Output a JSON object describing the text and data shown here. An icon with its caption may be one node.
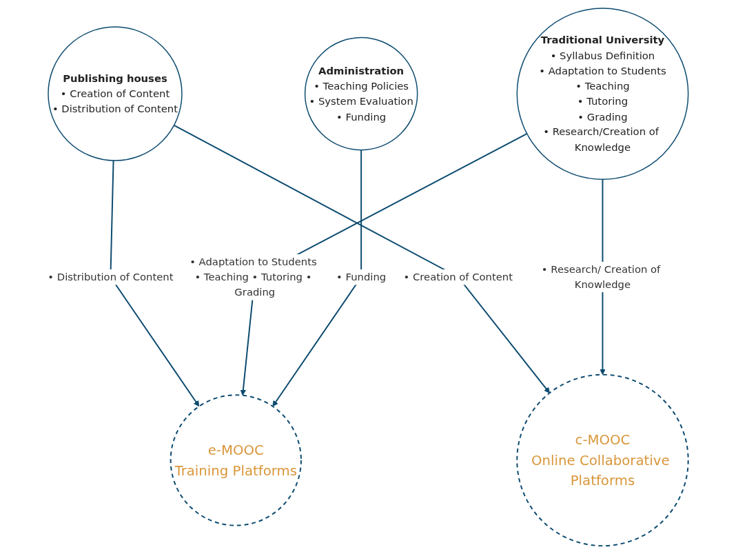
{
  "diagram": {
    "nodes": [
      {
        "text": [
          "Publishing houses",
          "• Creation of Content",
          "• Distribution of Content"
        ]
      },
      {
        "text": [
          "Traditional University",
          "• Syllabus Definition",
          "• Adaptation to Students",
          "• Teaching",
          "• Tutoring",
          "• Grading",
          "• Research/Creation of Knowledge"
        ]
      },
      {
        "text": [
          "Administration",
          "• Teaching Policies",
          "• System Evaluation",
          "• Funding"
        ]
      },
      {
        "text": [
          "c-MOOC",
          "Online Collaborative Platforms"
        ]
      },
      {
        "text": [
          "e-MOOC",
          "Training Platforms"
        ]
      }
    ],
    "edges": [
      {
        "from": 0,
        "to": 4,
        "arrow": "to",
        "label": "• Distribution of Content"
      },
      {
        "from": 0,
        "to": 3,
        "arrow": "to",
        "label": "• Creation of Content"
      },
      {
        "from": 1,
        "to": 3,
        "arrow": "to",
        "label": "• Research/ Creation of Knowledge"
      },
      {
        "from": 1,
        "to": 4,
        "arrow": "to",
        "label": "• Adaptation to Students • Teaching • Tutoring • Grading"
      },
      {
        "from": 2,
        "to": 4,
        "arrow": "to",
        "label": "• Funding"
      }
    ]
  }
}
